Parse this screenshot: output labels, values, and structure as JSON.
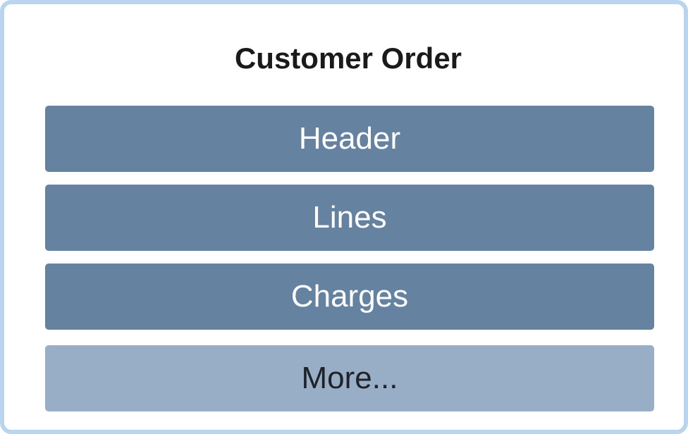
{
  "panel": {
    "title": "Customer Order"
  },
  "menu": {
    "items": [
      {
        "label": "Header",
        "variant": "primary"
      },
      {
        "label": "Lines",
        "variant": "primary"
      },
      {
        "label": "Charges",
        "variant": "primary"
      },
      {
        "label": "More...",
        "variant": "secondary"
      }
    ]
  },
  "colors": {
    "frame_border": "#b8d4f0",
    "primary_button": "#6582a0",
    "secondary_button": "#98aec6",
    "title_text": "#1a1a1a"
  }
}
